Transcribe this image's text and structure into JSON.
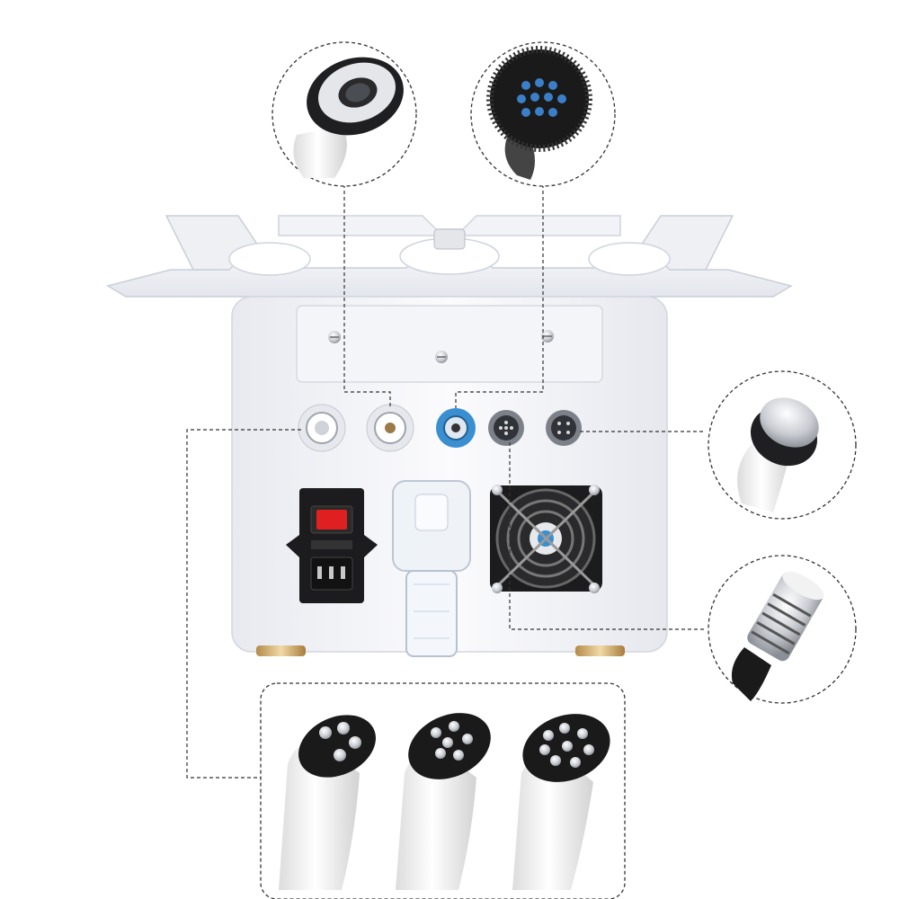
{
  "image": {
    "subject": "rf-cavitation-beauty-machine-back-panel",
    "background_color": "#ffffff",
    "main_unit_color": "#f3f4f8",
    "connector_accent": "#3a8fd0",
    "power_switch_color": "#e02020",
    "probe_head_color": "#1a1a1a",
    "probe_body_color": "#f4f4f4",
    "callouts": [
      {
        "name": "callout-ring-probe-top-left",
        "shape": "circle"
      },
      {
        "name": "callout-led-probe-top-right",
        "shape": "circle"
      },
      {
        "name": "callout-flat-probe-right-upper",
        "shape": "circle"
      },
      {
        "name": "callout-cavitation-probe-right-lower",
        "shape": "circle"
      },
      {
        "name": "callout-rf-probes-bottom",
        "shape": "rounded-rect",
        "count": 3
      }
    ]
  }
}
